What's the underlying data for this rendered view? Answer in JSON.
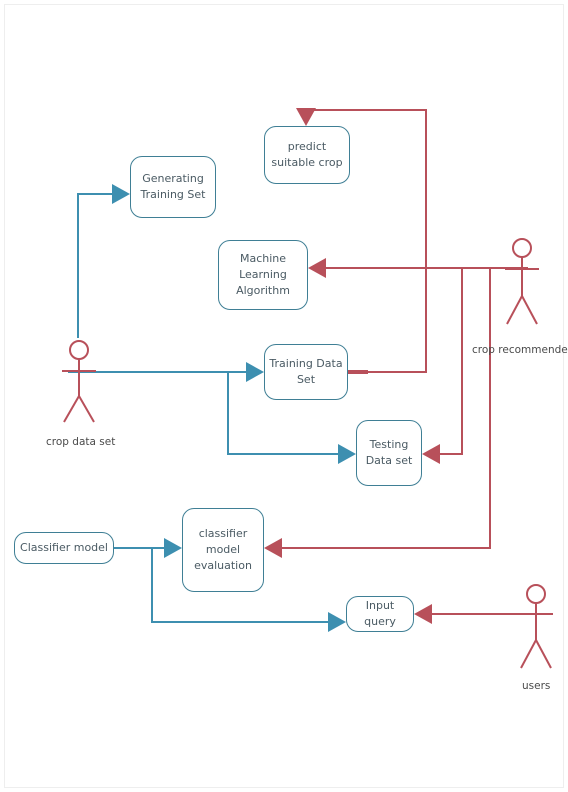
{
  "nodes": {
    "generating_training_set": "Generating\nTraining Set",
    "predict_suitable_crop": "predict\nsuitable crop",
    "machine_learning_algorithm": "Machine\nLearning\nAlgorithm",
    "training_data_set": "Training Data\nSet",
    "testing_data_set": "Testing\nData set",
    "classifier_model": "Classifier model",
    "classifier_model_evaluation": "classifier\nmodel\nevaluation",
    "input_query": "Input query"
  },
  "actors": {
    "crop_data_set": "crop data set",
    "crop_recommender": "crop recommender",
    "users": "users"
  },
  "colors": {
    "blue_flow": "#3d8fb0",
    "red_flow": "#b8505a",
    "node_border": "#3f7f95",
    "actor_stroke": "#b8505a"
  }
}
